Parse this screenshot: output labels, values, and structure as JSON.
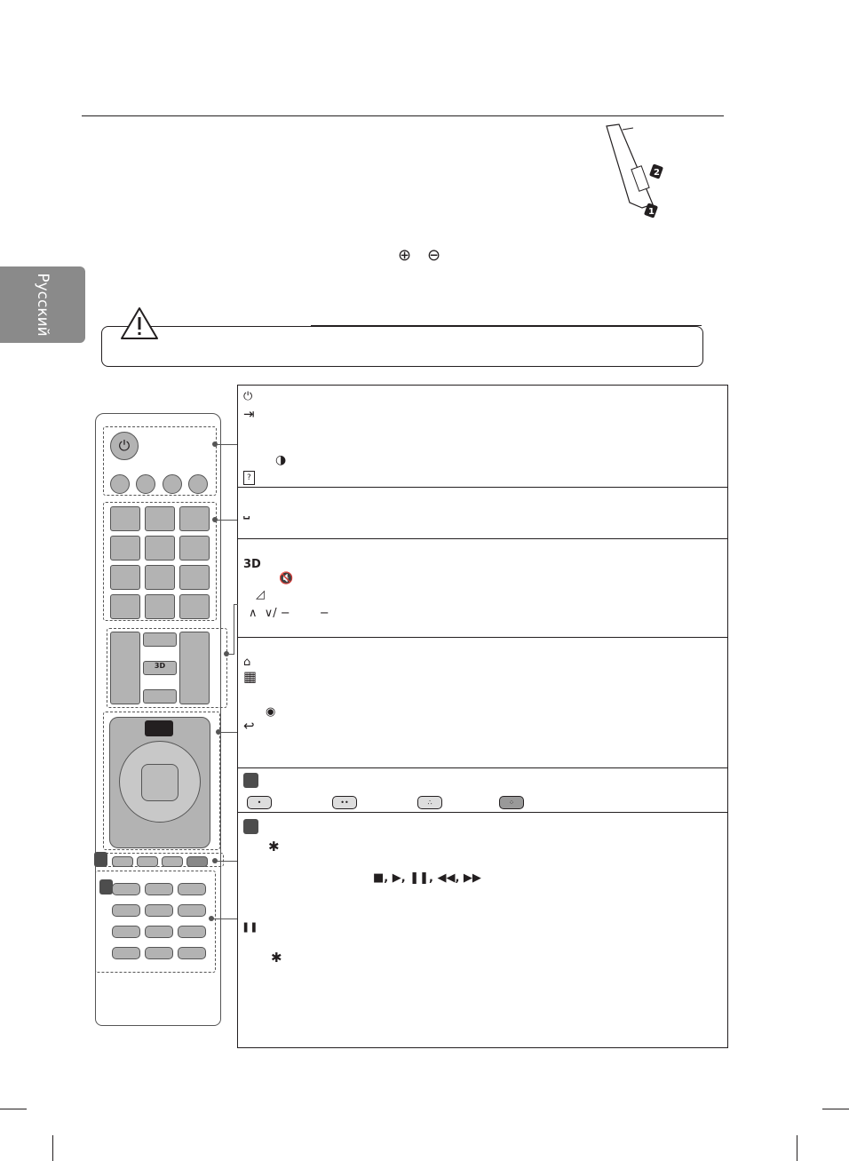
{
  "side_tab": {
    "label": "Русский"
  },
  "battery_figure": {
    "step1": "1",
    "step2": "2"
  },
  "polarity": {
    "plus": "⊕",
    "minus": "⊖"
  },
  "caution": {
    "icon": "warning-triangle-icon"
  },
  "table": {
    "row1": {
      "power": "⏻",
      "input": "⇥",
      "q_menu": "◑",
      "guide": "?"
    },
    "row2": {
      "space": "⎵"
    },
    "row3": {
      "three_d": "3D",
      "mute": "🔇",
      "volume": "◿",
      "page": "∧  ∨/ −        −"
    },
    "row4": {
      "home": "⌂",
      "apps": "▦",
      "back": "↩",
      "ok": "◉"
    },
    "row5": {
      "color_buttons": [
        "•",
        "••",
        "∴",
        "⁘"
      ]
    },
    "row6": {
      "star": "✱",
      "playback": "■, ▶, ❚❚, ◀◀, ▶▶",
      "pause": "❚❚",
      "star2": "✱"
    }
  },
  "remote": {
    "three_d": "3D",
    "power": "⏻"
  }
}
